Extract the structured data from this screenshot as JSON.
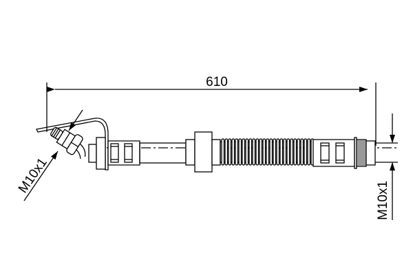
{
  "drawing": {
    "length_dimension": "610",
    "left_thread": "M10x1",
    "right_thread": "M10x1",
    "line_color": "#000000",
    "background": "#ffffff"
  }
}
